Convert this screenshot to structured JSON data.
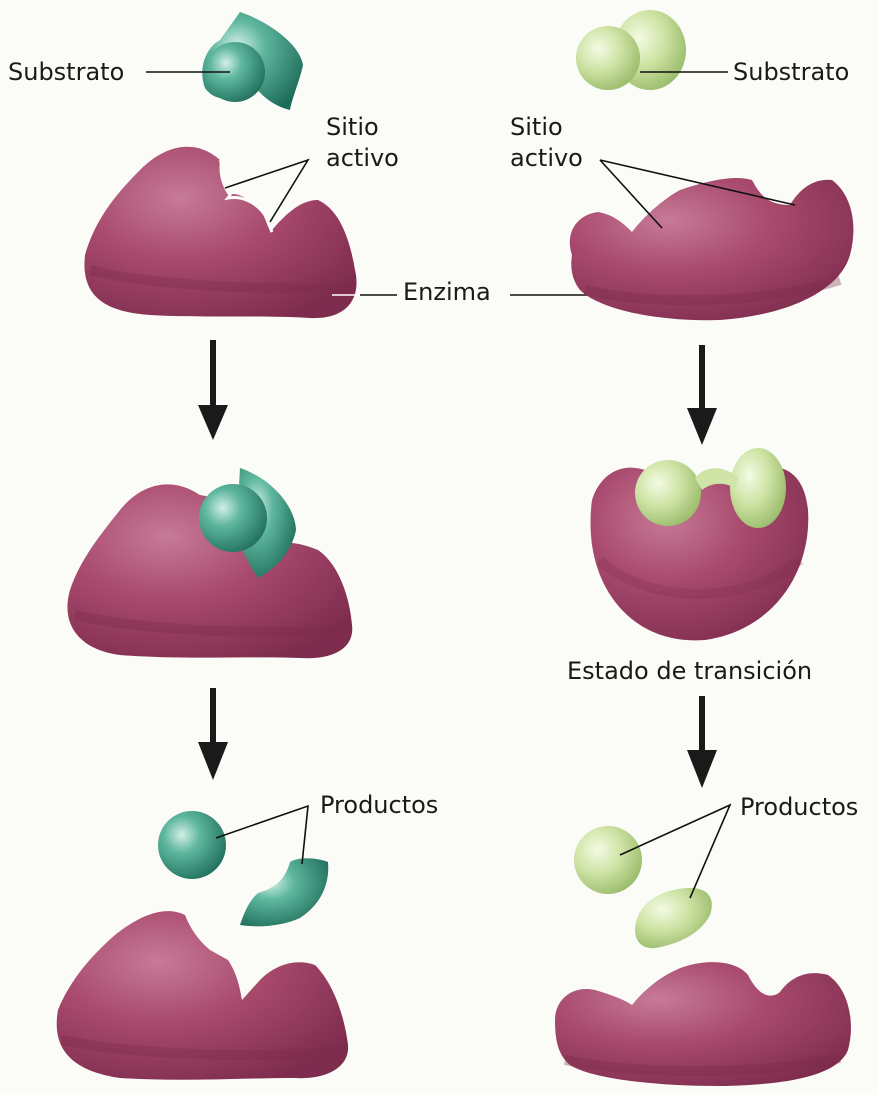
{
  "labels": {
    "substrate_left": "Substrato",
    "substrate_right": "Substrato",
    "active_site_left": [
      "Sitio",
      "activo"
    ],
    "active_site_right": [
      "Sitio",
      "activo"
    ],
    "enzyme": "Enzima",
    "transition_state": "Estado de transición",
    "products_left": "Productos",
    "products_right": "Productos"
  },
  "colors": {
    "enzyme": "#a84a6e",
    "enzyme_dark": "#7e2c4d",
    "substrate_left": "#2f8f78",
    "substrate_right": "#bcd78a",
    "arrow": "#1a1a1a",
    "background": "#fbfbf7"
  },
  "icons": [
    "arrow-down-icon"
  ]
}
